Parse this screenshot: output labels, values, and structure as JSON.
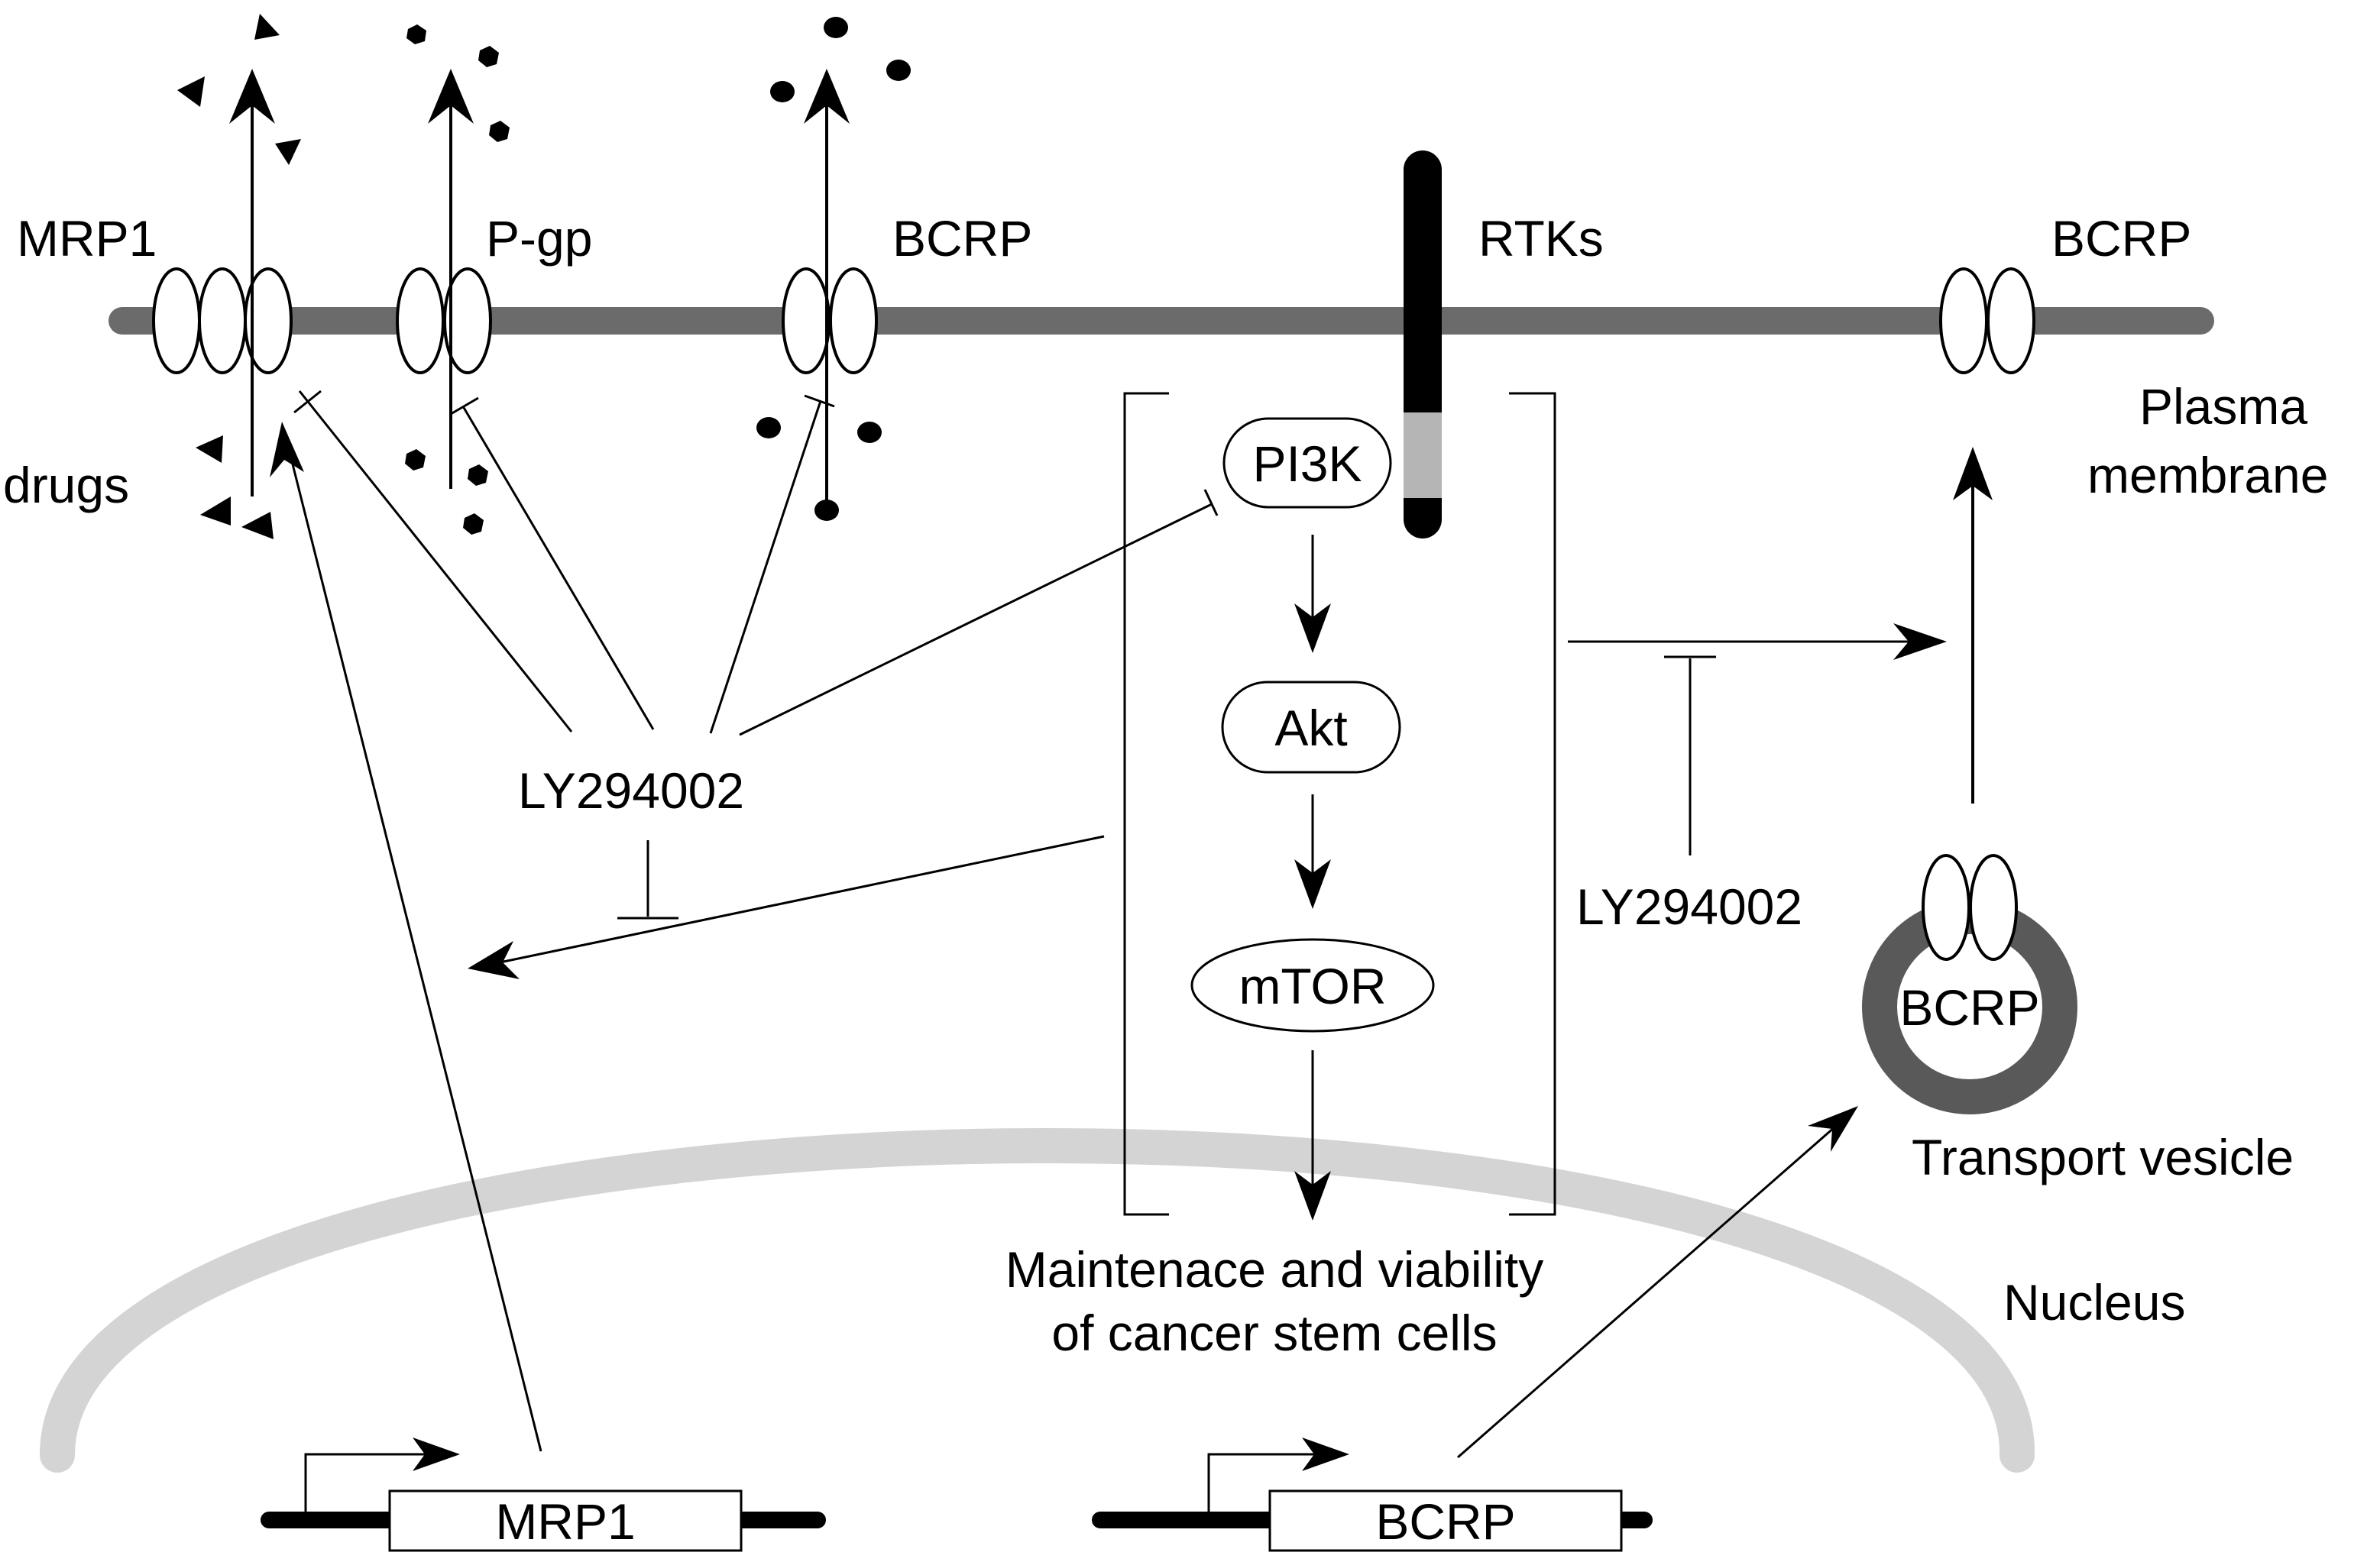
{
  "labels": {
    "mrp1_top": "MRP1",
    "pgp": "P-gp",
    "bcrp_top_left": "BCRP",
    "rtks": "RTKs",
    "bcrp_top_right": "BCRP",
    "plasma_line1": "Plasma",
    "plasma_line2": "membrane",
    "drugs": "drugs",
    "ly_left": "LY294002",
    "ly_right": "LY294002",
    "pi3k": "PI3K",
    "akt": "Akt",
    "mtor": "mTOR",
    "maintenance_line1": "Maintenace and viability",
    "maintenance_line2": "of cancer stem cells",
    "vesicle_bcrp": "BCRP",
    "transport_vesicle": "Transport vesicle",
    "nucleus": "Nucleus",
    "gene_mrp1": "MRP1",
    "gene_bcrp": "BCRP"
  },
  "colors": {
    "membrane": "#6b6b6b",
    "nucleus": "#d4d4d4",
    "vesicle": "#595959",
    "rtk_gray": "#b5b5b5"
  }
}
